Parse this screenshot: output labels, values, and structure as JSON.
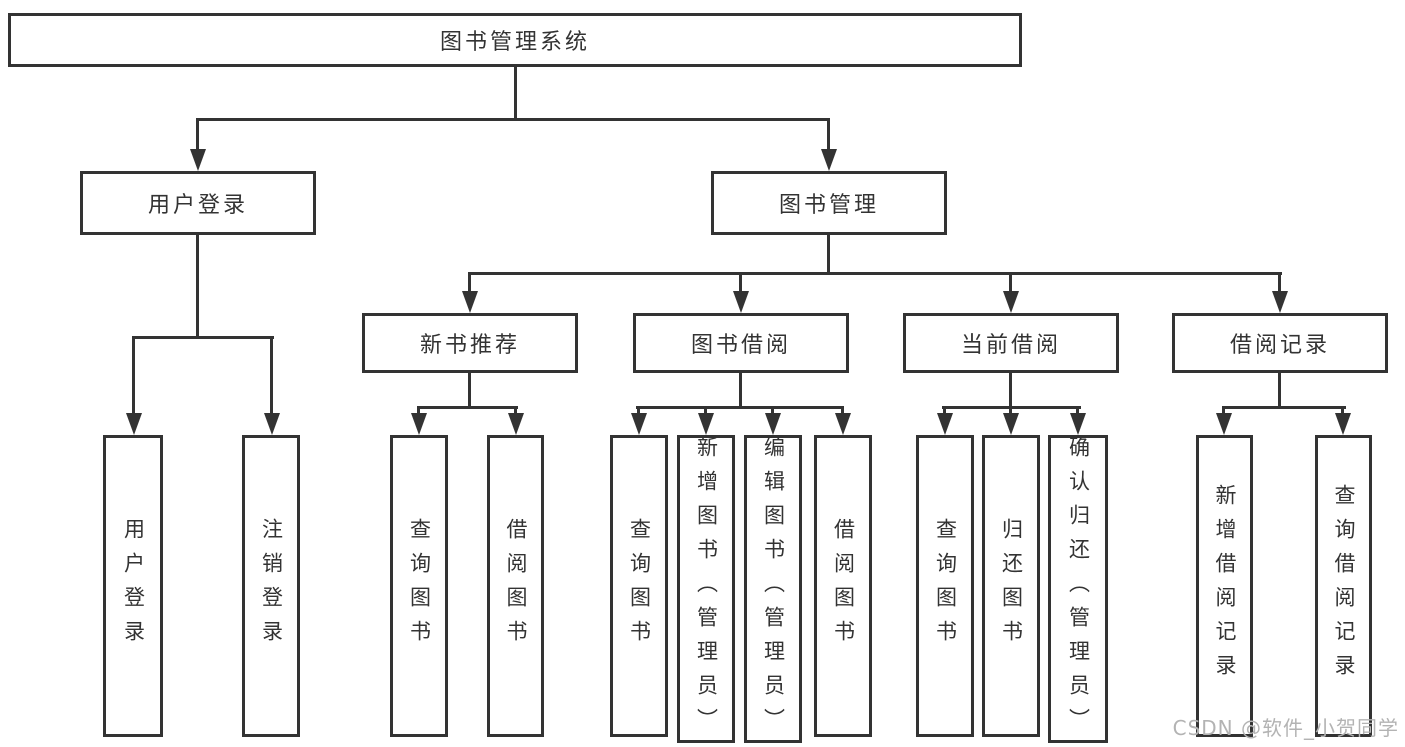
{
  "nodes": {
    "root": "图书管理系统",
    "user_login_group": "用户登录",
    "book_management": "图书管理",
    "new_book_recommend": "新书推荐",
    "book_borrow": "图书借阅",
    "current_borrow": "当前借阅",
    "borrow_record": "借阅记录",
    "leaf_user_login": "用户登录",
    "leaf_logout": "注销登录",
    "leaf_query_book_recommend": "查询图书",
    "leaf_borrow_book_recommend": "借阅图书",
    "leaf_query_book_borrow": "查询图书",
    "leaf_add_book_admin": "新增图书（管理员）",
    "leaf_edit_book_admin": "编辑图书（管理员）",
    "leaf_borrow_book_borrow": "借阅图书",
    "leaf_query_book_current": "查询图书",
    "leaf_return_book": "归还图书",
    "leaf_confirm_return_admin": "确认归还（管理员）",
    "leaf_add_borrow_record": "新增借阅记录",
    "leaf_query_borrow_record": "查询借阅记录"
  },
  "watermark": "CSDN @软件_小贺同学",
  "colors": {
    "line": "#333333",
    "box_fill": "#ffffff",
    "text": "#333333",
    "watermark": "#b3b3b3"
  }
}
